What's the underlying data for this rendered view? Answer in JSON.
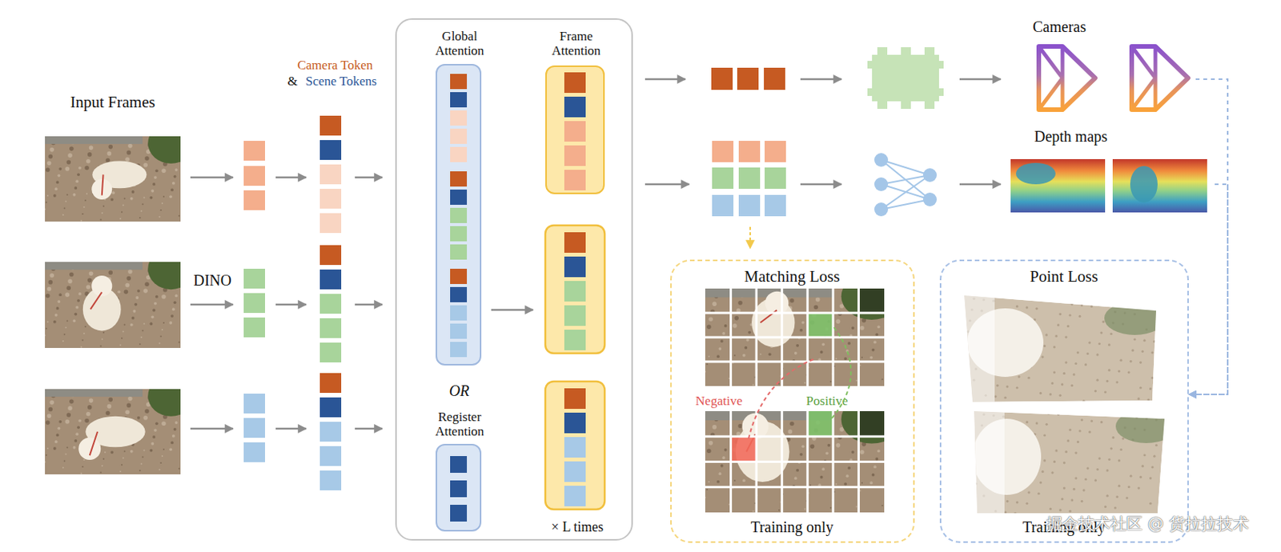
{
  "diagram": {
    "nodes": [
      {
        "text": [
          "OR",
          "× L times"
        ]
      },
      {
        "text": [
          "Global Attention"
        ],
        "in": 0
      },
      {
        "text": [
          "Frame Attention"
        ],
        "in": 0
      },
      {
        "text": [
          "Register Attention"
        ],
        "in": 0
      },
      {
        "text": [
          "Cameras"
        ]
      },
      {
        "text": [
          "Depth maps"
        ]
      },
      {
        "text": [
          "Matching Loss",
          "Negative",
          "Positive",
          "Training only"
        ]
      },
      {
        "text": [
          "Point Loss",
          "Training only"
        ]
      }
    ],
    "edges": [
      {
        "from": 4,
        "to": 7,
        "arrow": "to"
      },
      {
        "from": 5,
        "to": 7,
        "arrow": "to"
      }
    ],
    "labels": [
      "Input Frames",
      "Camera Token",
      "&",
      "Scene Tokens",
      "DINO",
      "掘金技术社区 @ 货拉拉技术"
    ]
  }
}
